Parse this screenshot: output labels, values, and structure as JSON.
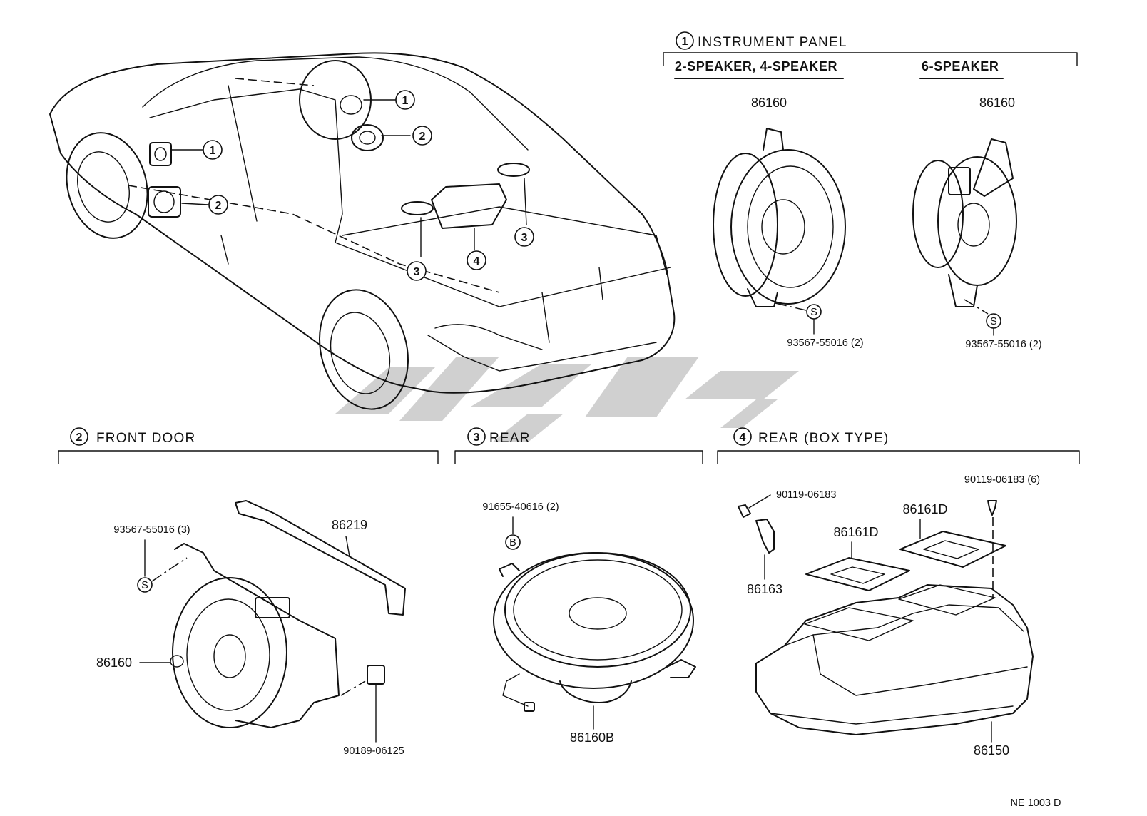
{
  "sections": {
    "instrument_panel": {
      "num": "1",
      "title": "INSTRUMENT PANEL",
      "variant_a": "2-SPEAKER, 4-SPEAKER",
      "variant_b": "6-SPEAKER"
    },
    "front_door": {
      "num": "2",
      "title": "FRONT DOOR"
    },
    "rear": {
      "num": "3",
      "title": "REAR"
    },
    "rear_box": {
      "num": "4",
      "title": "REAR (BOX TYPE)"
    }
  },
  "callouts": [
    "1",
    "2",
    "1",
    "2",
    "3",
    "4",
    "3"
  ],
  "parts": {
    "ip_a_speaker": "86160",
    "ip_a_screw": "93567-55016 (2)",
    "ip_a_screw_symbol": "S",
    "ip_b_speaker": "86160",
    "ip_b_screw": "93567-55016 (2)",
    "ip_b_screw_symbol": "S",
    "fd_screw": "93567-55016 (3)",
    "fd_screw_symbol": "S",
    "fd_bracket": "86219",
    "fd_speaker": "86160",
    "fd_nut": "90189-06125",
    "rear_bolt": "91655-40616 (2)",
    "rear_bolt_symbol": "B",
    "rear_speaker": "86160B",
    "box_screw_a": "90119-06183",
    "box_screw_b": "90119-06183 (6)",
    "box_clip": "86163",
    "box_plate_a": "86161D",
    "box_plate_b": "86161D",
    "box_enclosure": "86150"
  },
  "diagram_code": "NE 1003 D"
}
